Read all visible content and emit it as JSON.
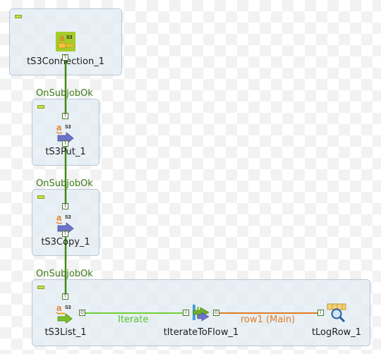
{
  "components": {
    "s3connection": {
      "label": "tS3Connection_1"
    },
    "s3put": {
      "label": "tS3Put_1"
    },
    "s3copy": {
      "label": "tS3Copy_1"
    },
    "s3list": {
      "label": "tS3List_1"
    },
    "iterate_to_flow": {
      "label": "tIterateToFlow_1"
    },
    "logrow": {
      "label": "tLogRow_1"
    }
  },
  "triggers": [
    {
      "label": "OnSubjobOk"
    },
    {
      "label": "OnSubjobOk"
    },
    {
      "label": "OnSubjobOk"
    }
  ],
  "links": {
    "iterate": {
      "label": "Iterate"
    },
    "row_main": {
      "label": "row1 (Main)"
    }
  },
  "icons": {
    "s3_badge": "S3",
    "amazon_letter": "a",
    "port_trigger": "T",
    "port_iterate": "I",
    "port_output": "O"
  },
  "colors": {
    "trigger_link": "#3f8a12",
    "iterate_link": "#6fd13a",
    "iterate_label": "#57c22a",
    "main_link": "#e07c24",
    "main_label": "#e07c24",
    "trigger_label": "#3a7a18",
    "subjob_bg": "#e1eaf3"
  }
}
